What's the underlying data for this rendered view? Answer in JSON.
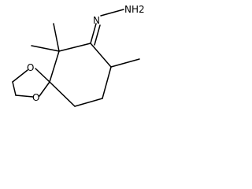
{
  "molecule": {
    "atoms": [
      {
        "id": "O1",
        "label": "O"
      },
      {
        "id": "O2",
        "label": "O"
      },
      {
        "id": "N1",
        "label": "N"
      },
      {
        "id": "N2",
        "label": "NH2"
      }
    ],
    "bonds": [
      {
        "id": "b-spiro-o1",
        "order": 1
      },
      {
        "id": "b-spiro-o2",
        "order": 1
      },
      {
        "id": "b-o1-ch2",
        "order": 1
      },
      {
        "id": "b-o2-ch2",
        "order": 1
      },
      {
        "id": "b-ch2-ch2",
        "order": 1
      },
      {
        "id": "b-spiro-cq",
        "order": 1
      },
      {
        "id": "b-cq-me1",
        "order": 1
      },
      {
        "id": "b-cq-me2",
        "order": 1
      },
      {
        "id": "b-cq-cn",
        "order": 1
      },
      {
        "id": "b-cn-n",
        "order": 2
      },
      {
        "id": "b-n-n",
        "order": 1
      },
      {
        "id": "b-cn-cme",
        "order": 1
      },
      {
        "id": "b-cme-me",
        "order": 1
      },
      {
        "id": "b-cme-ch2",
        "order": 1
      },
      {
        "id": "b-ring-ch2-ch2",
        "order": 1
      },
      {
        "id": "b-ch2-spiro",
        "order": 1
      }
    ]
  }
}
